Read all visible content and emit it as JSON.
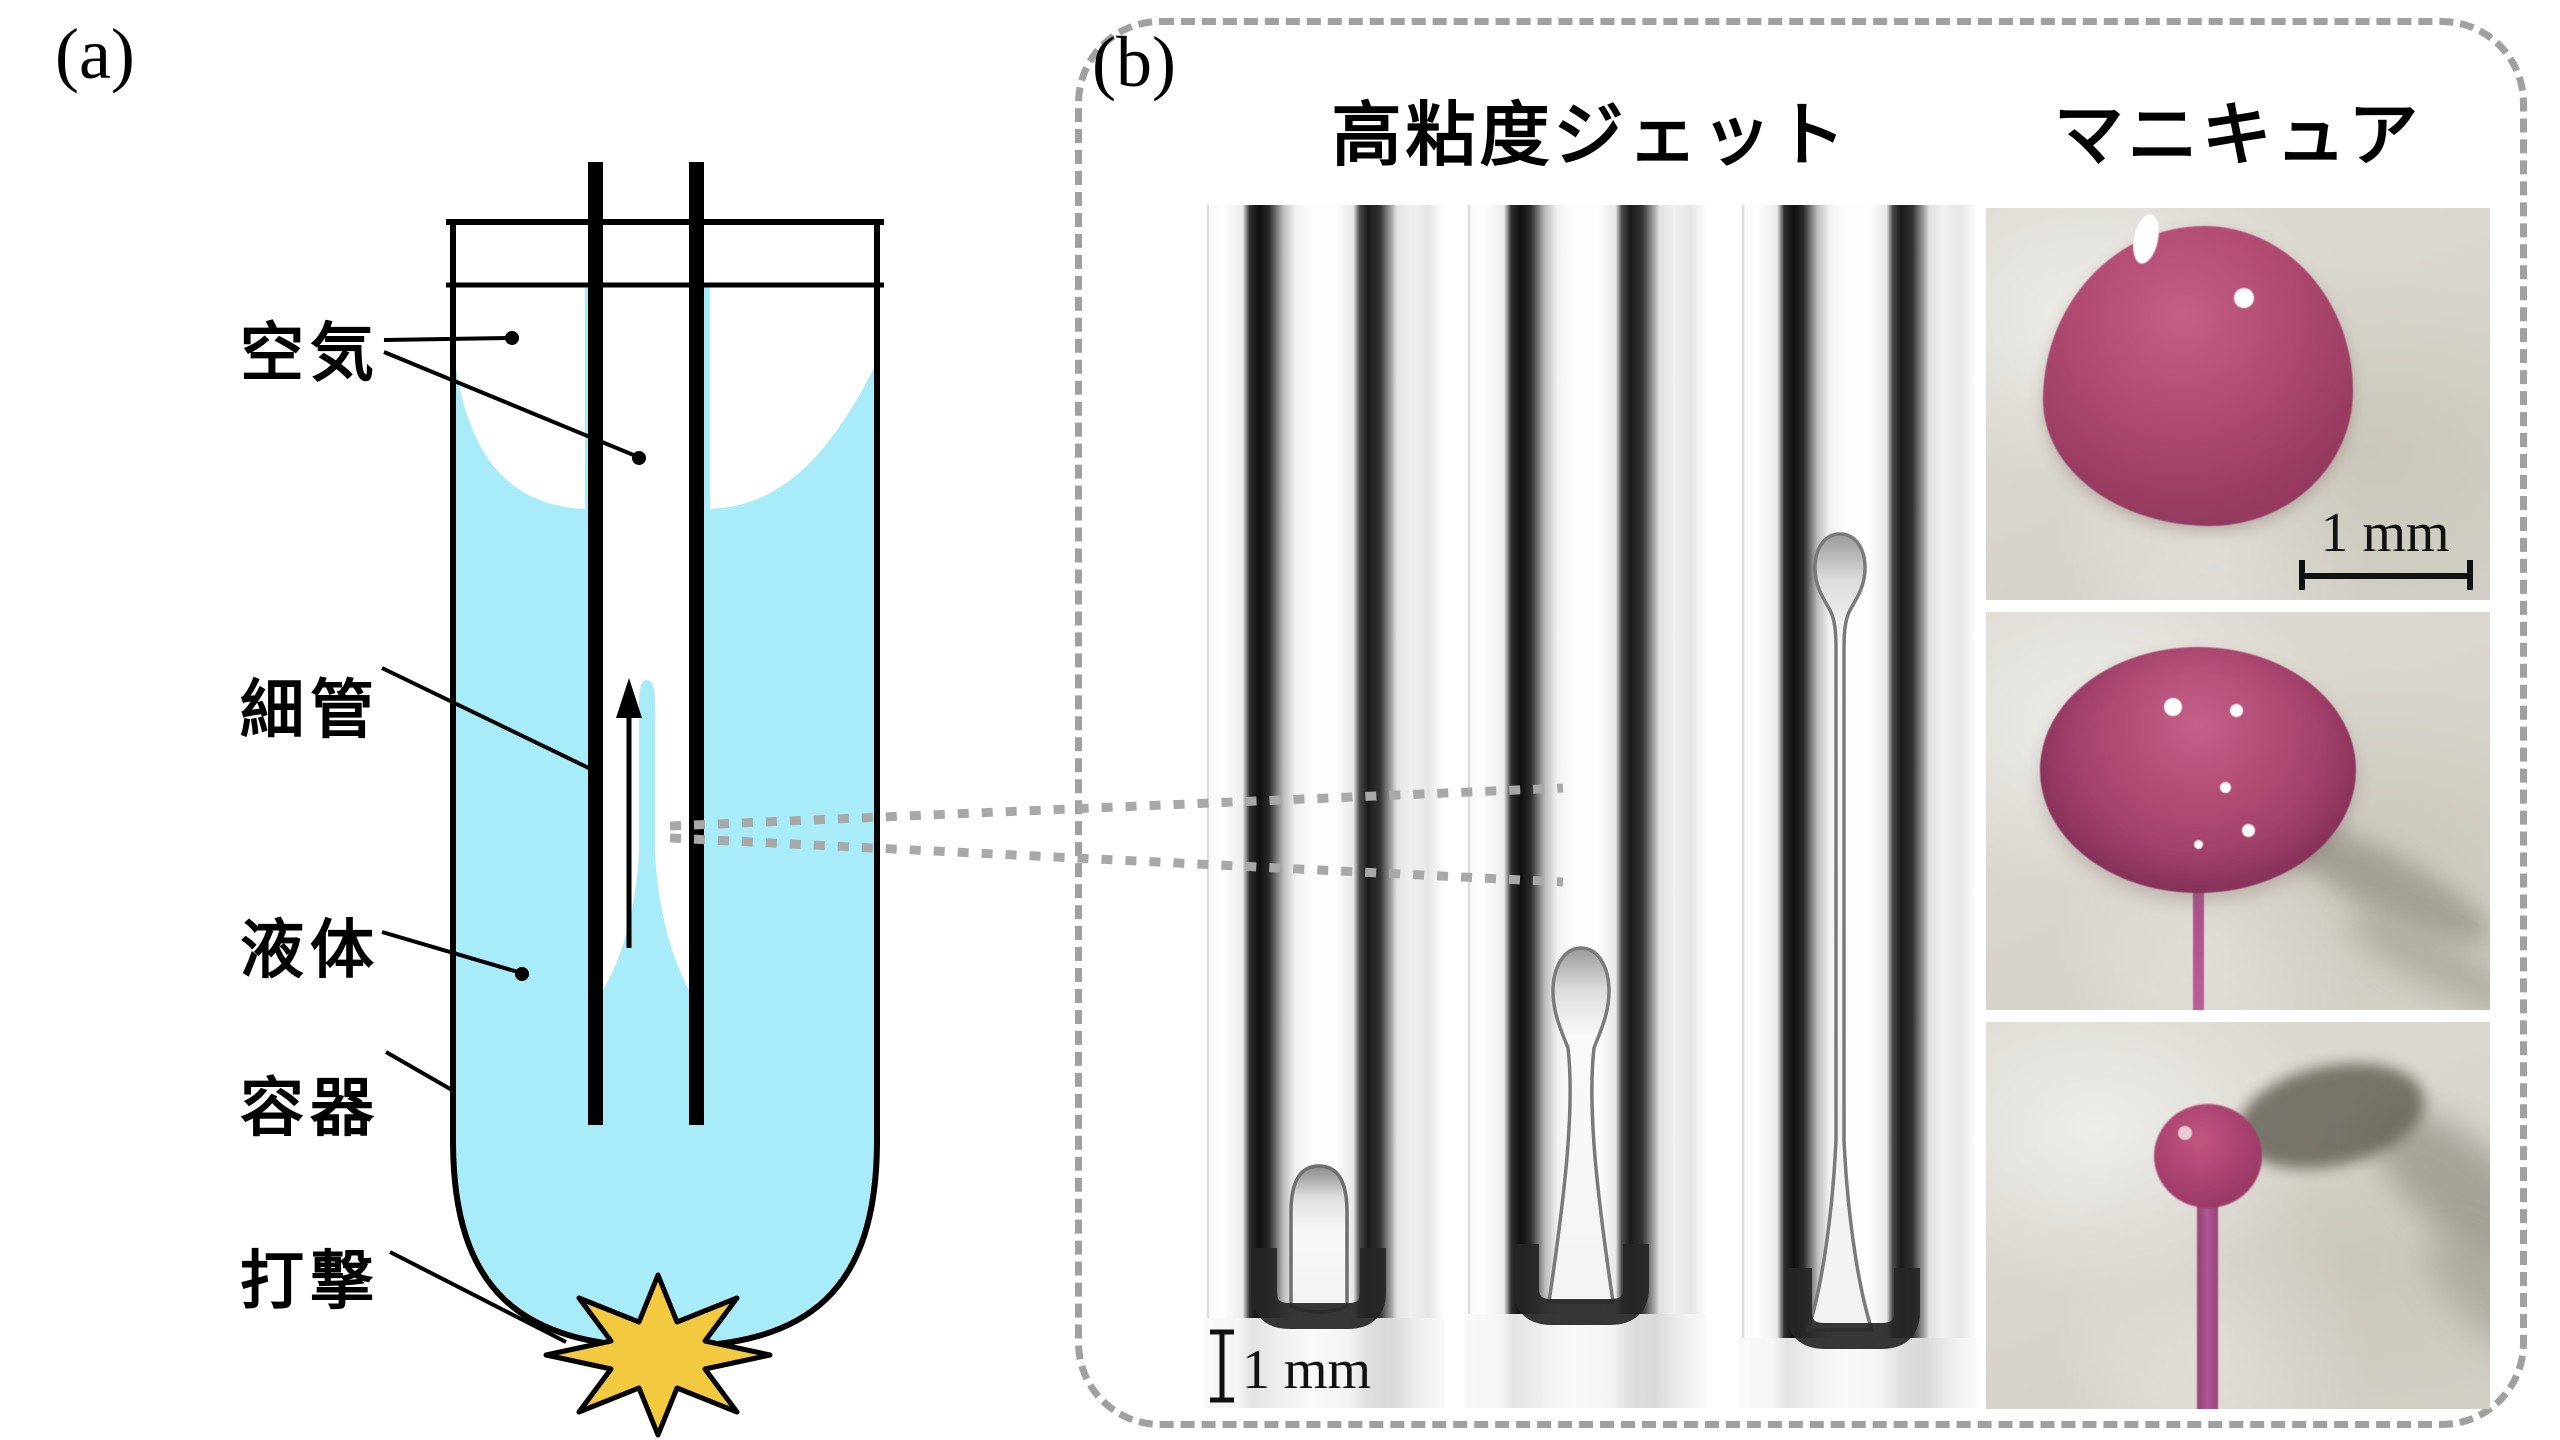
{
  "figure": {
    "panel_a": {
      "tag": "(a)",
      "labels": {
        "air": "空気",
        "capillary": "細管",
        "liquid": "液体",
        "container": "容器",
        "impact": "打撃"
      }
    },
    "panel_b": {
      "tag": "(b)",
      "jet_title": "高粘度ジェット",
      "polish_title": "マニキュア",
      "jet_scale_bar": "1 mm",
      "polish_scale_bar": "1 mm"
    },
    "colors": {
      "liquid_cyan": "#A8ECFA",
      "impact_star_yellow": "#F2C93F",
      "nail_polish_pink": "#A84068",
      "dashed_border_gray": "#A0A0A0",
      "outline_black": "#000000"
    }
  }
}
